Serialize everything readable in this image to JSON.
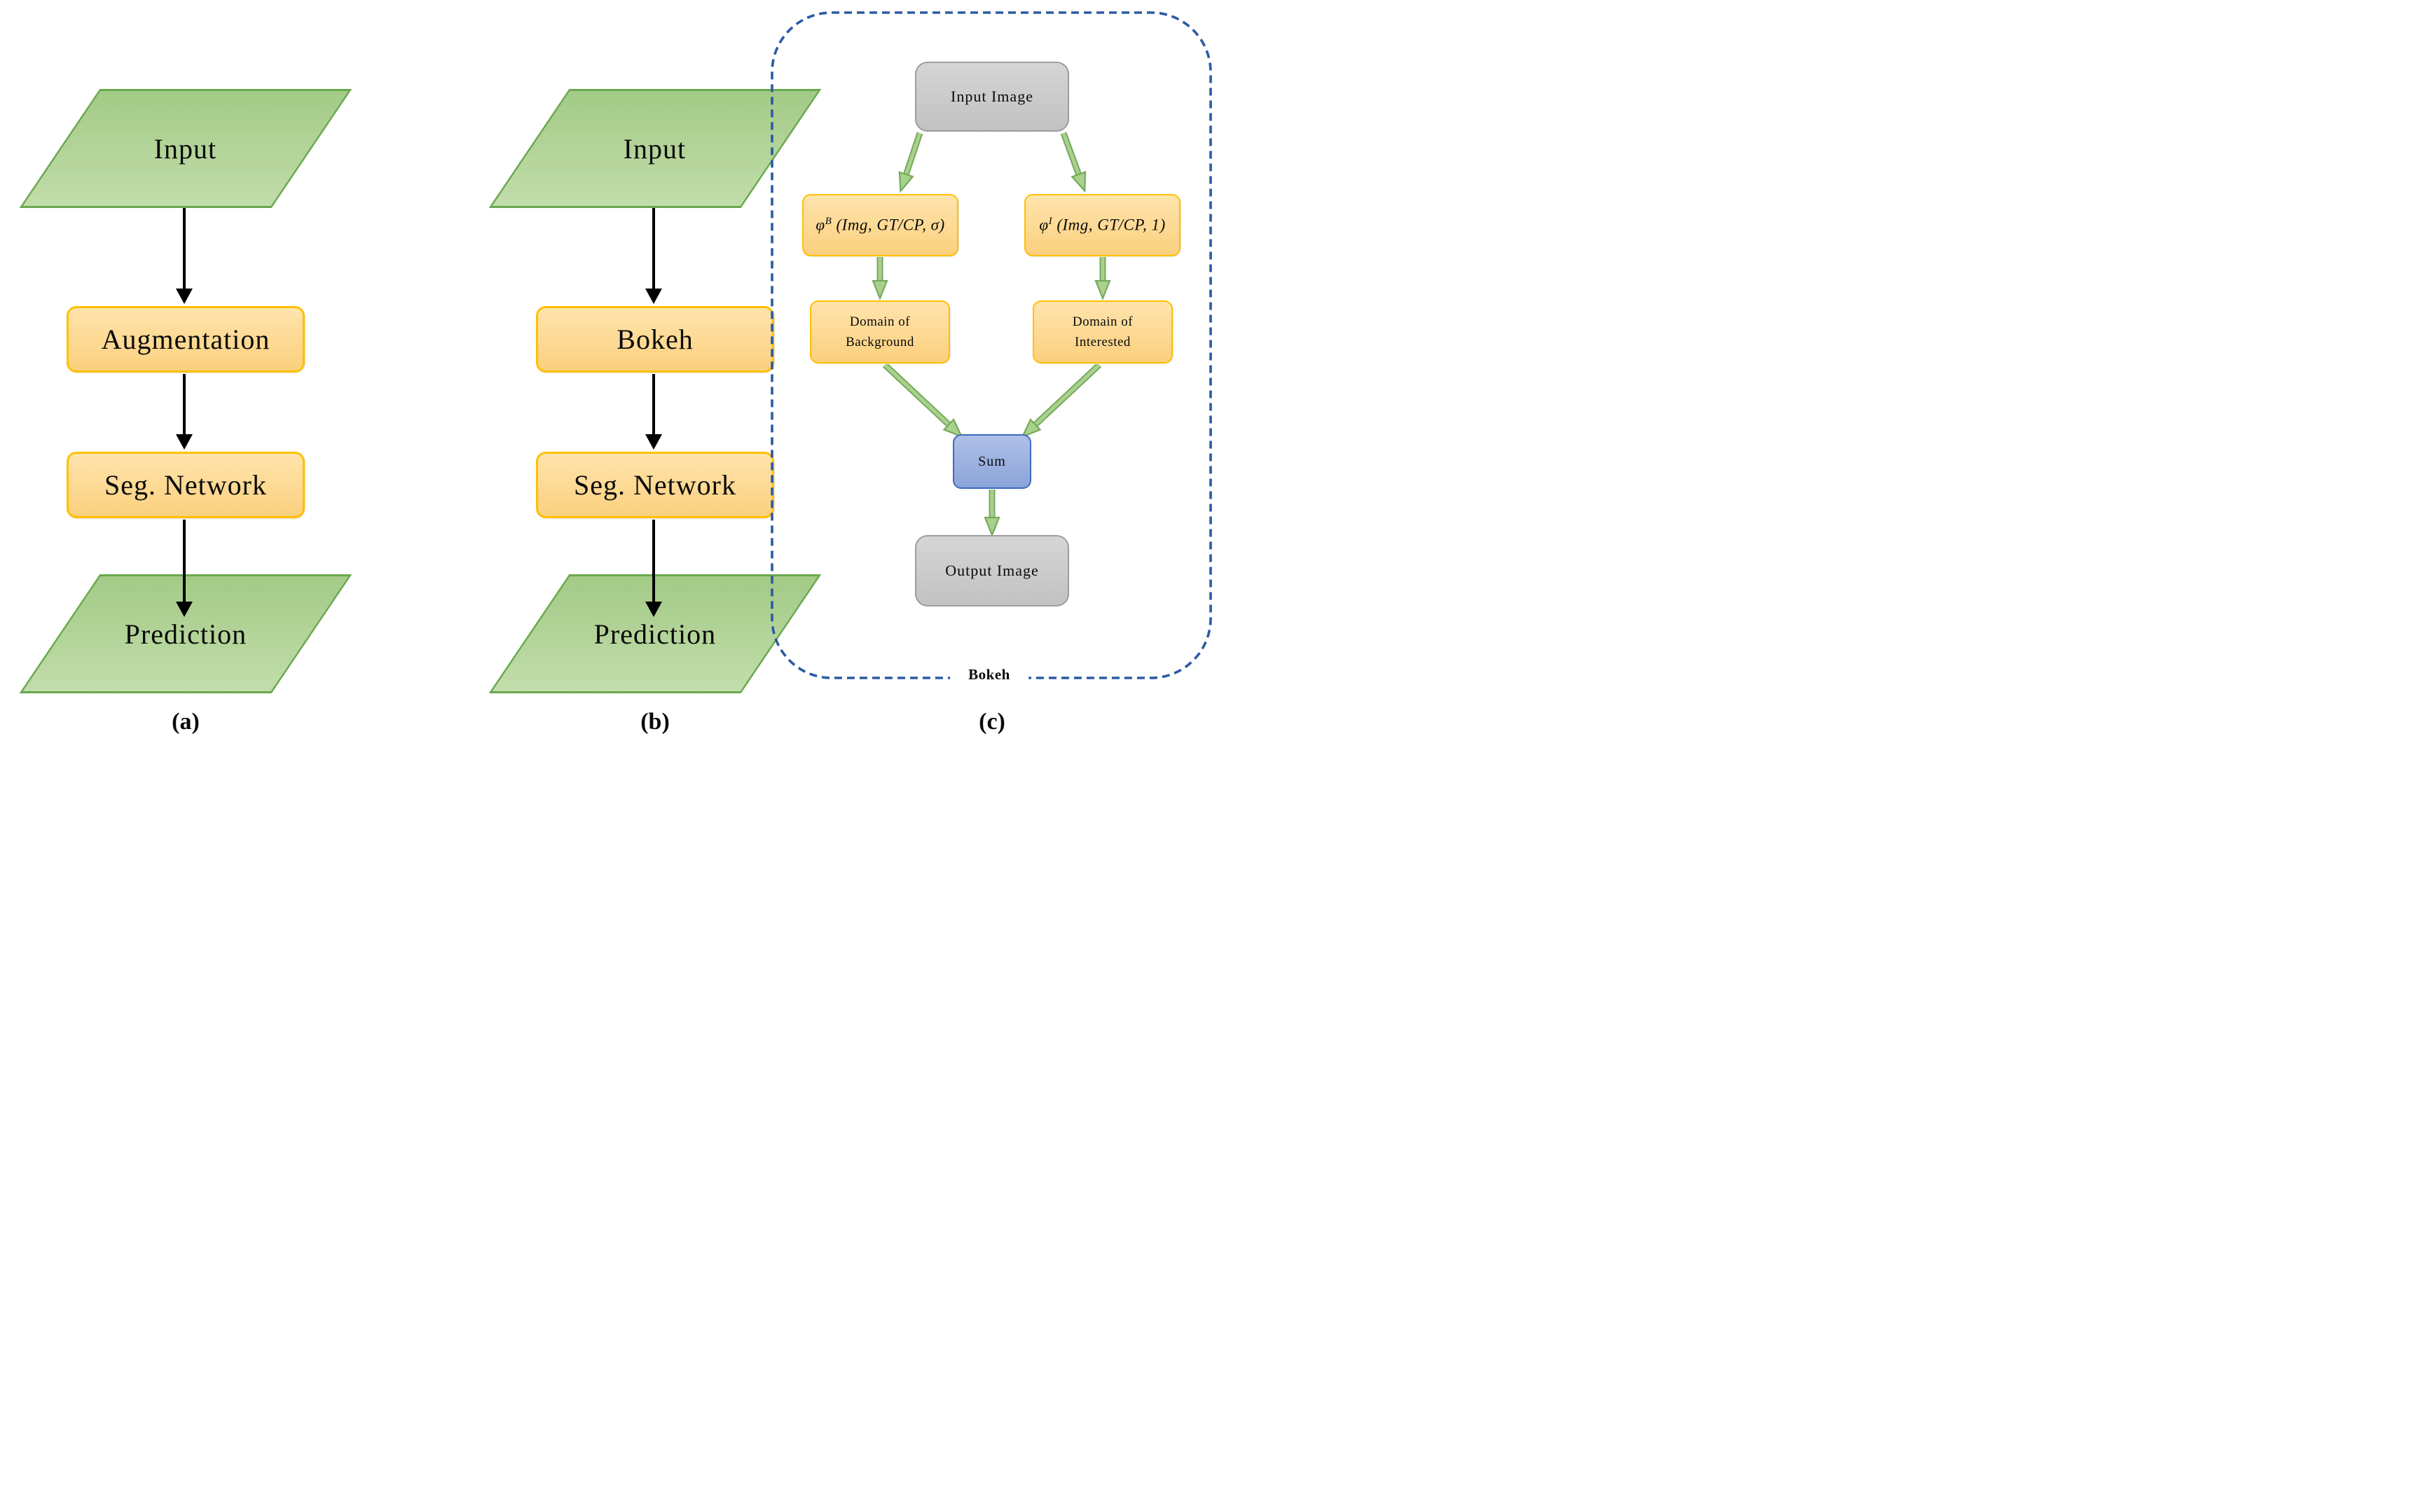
{
  "panel_a": {
    "label": "(a)",
    "input": "Input",
    "step1": "Augmentation",
    "step2": "Seg. Network",
    "output": "Prediction"
  },
  "panel_b": {
    "label": "(b)",
    "input": "Input",
    "step1": "Bokeh",
    "step2": "Seg. Network",
    "output": "Prediction"
  },
  "panel_c": {
    "label": "(c)",
    "group_label": "Bokeh",
    "input": "Input Image",
    "output": "Output Image",
    "sum": "Sum",
    "left_branch": {
      "formula_base": "φ",
      "formula_sup": "B",
      "formula_args": "(Img, GT/CP, σ)",
      "domain_line1": "Domain of",
      "domain_line2": "Background"
    },
    "right_branch": {
      "formula_base": "φ",
      "formula_sup": "I",
      "formula_args": "(Img, GT/CP, 1)",
      "domain_line1": "Domain of",
      "domain_line2": "Interested"
    }
  },
  "colors": {
    "green_shape_fill_top": "#A3CA86",
    "green_shape_fill_bottom": "#C2DDAB",
    "green_shape_border": "#69A84E",
    "orange_box_fill_top": "#FFE4AC",
    "orange_box_fill_bottom": "#FBD07E",
    "orange_box_border": "#FFC000",
    "gray_box_fill_top": "#D5D5D5",
    "gray_box_fill_bottom": "#C2C2C2",
    "gray_box_border": "#9D9D9D",
    "blue_box_fill_top": "#AFC0E7",
    "blue_box_fill_bottom": "#8BA4D9",
    "blue_box_border": "#3E6BC0",
    "green_arrow_fill": "#A9D18E",
    "green_arrow_border": "#76A95C",
    "black_arrow": "#000000",
    "dashed_frame": "#2B5AA4"
  }
}
